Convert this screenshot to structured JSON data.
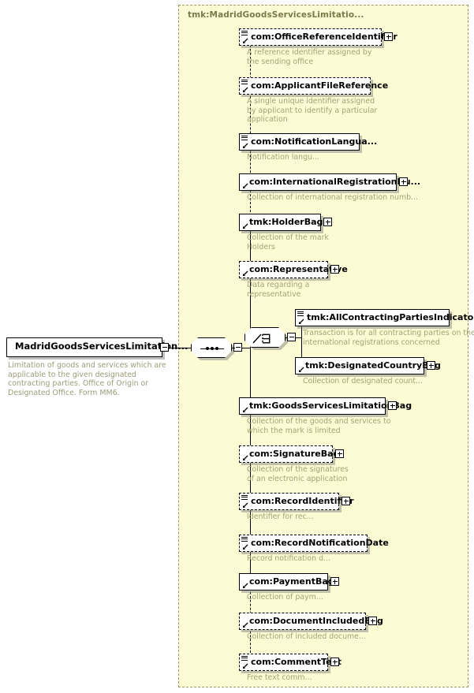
{
  "diagram": {
    "type": "xsd-schema-tree",
    "group_title": "tmk:MadridGoodsServicesLimitatio...",
    "root": {
      "label": "MadridGoodsServicesLimitation...",
      "expander": "minus",
      "annotation": "Limitation of goods and services which are\napplicable to the given designated\ncontracting parties. Office of Origin or\nDesignated Office. Form MM6."
    },
    "sequence_node": {
      "icon": "sequence-icon",
      "expander": "minus"
    },
    "choice_node": {
      "icon": "choice-icon",
      "expander": "minus"
    },
    "children": [
      {
        "label": "com:OfficeReferenceIdentifier",
        "optional": true,
        "sequence_icon": true,
        "expander": "plus",
        "annotation": "A reference identifier assigned by\nthe sending office"
      },
      {
        "label": "com:ApplicantFileReference",
        "optional": true,
        "sequence_icon": true,
        "expander": "none",
        "annotation": "A single unique identifier assigned\nby applicant to identify a particular\napplication"
      },
      {
        "label": "com:NotificationLangua...",
        "optional": false,
        "sequence_icon": true,
        "expander": "none",
        "annotation": "Notification langu..."
      },
      {
        "label": "com:InternationalRegistrationNu...",
        "optional": false,
        "sequence_icon": false,
        "expander": "plus",
        "annotation": "Collection of international registration numb..."
      },
      {
        "label": "tmk:HolderBag",
        "optional": false,
        "sequence_icon": false,
        "expander": "plus",
        "annotation": "Collection of the mark\nHolders"
      },
      {
        "label": "com:Representative",
        "optional": true,
        "sequence_icon": false,
        "expander": "plus",
        "annotation": "Data regarding a\nrepresentative"
      },
      {
        "label": "tmk:GoodsServicesLimitationBag",
        "optional": false,
        "sequence_icon": false,
        "expander": "plus",
        "annotation": "Collection of the goods and services to\nwhich the mark is limited"
      },
      {
        "label": "com:SignatureBag",
        "optional": true,
        "sequence_icon": false,
        "expander": "plus",
        "annotation": "Collection of the signatures\nof an electronic application"
      },
      {
        "label": "com:RecordIdentifier",
        "optional": true,
        "sequence_icon": true,
        "expander": "plus",
        "annotation": "Identifier for rec..."
      },
      {
        "label": "com:RecordNotificationDate",
        "optional": true,
        "sequence_icon": true,
        "expander": "none",
        "annotation": "Record notification d..."
      },
      {
        "label": "com:PaymentBag",
        "optional": false,
        "sequence_icon": false,
        "expander": "plus",
        "annotation": "Collection of paym..."
      },
      {
        "label": "com:DocumentIncludedBag",
        "optional": true,
        "sequence_icon": false,
        "expander": "plus",
        "annotation": "Collection of included docume..."
      },
      {
        "label": "com:CommentText",
        "optional": true,
        "sequence_icon": true,
        "expander": "plus",
        "annotation": "Free text comm..."
      }
    ],
    "choice_children": [
      {
        "label": "tmk:AllContractingPartiesIndicator",
        "optional": false,
        "sequence_icon": true,
        "expander": "none",
        "annotation": "Transaction is for all contracting parties on the\ninternational registrations concerned"
      },
      {
        "label": "tmk:DesignatedCountryBag",
        "optional": false,
        "sequence_icon": false,
        "expander": "plus",
        "annotation": "Collection of designated count..."
      }
    ]
  }
}
